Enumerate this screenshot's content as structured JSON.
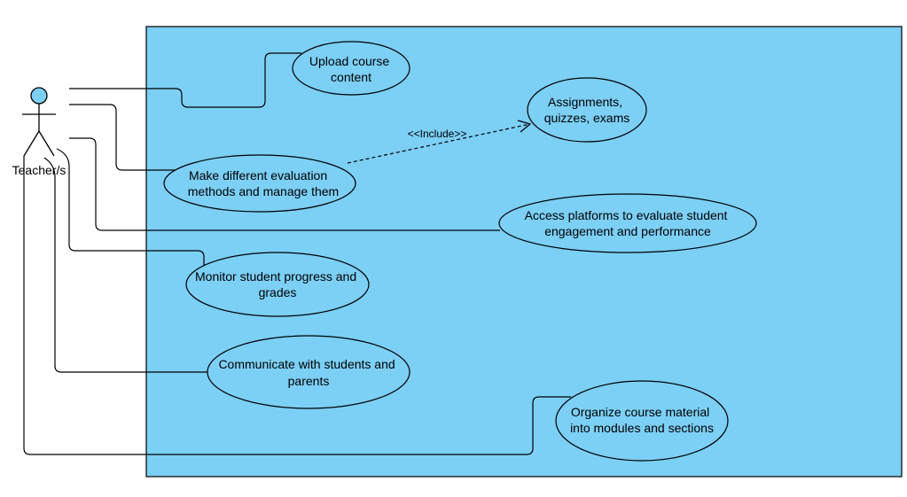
{
  "colors": {
    "boundary_fill": "#7ccff5",
    "actor_head_fill": "#7ccff5",
    "stroke": "#000000",
    "ellipse_fill": "#7ccff5"
  },
  "actor": {
    "label": "Teacher/s",
    "icon": "stick-figure-icon"
  },
  "use_cases": [
    {
      "id": "upload",
      "lines": [
        "Upload course",
        "content"
      ]
    },
    {
      "id": "assignments",
      "lines": [
        "Assignments,",
        "quizzes, exams"
      ]
    },
    {
      "id": "evaluation",
      "lines": [
        "Make different evaluation",
        "methods and manage them"
      ]
    },
    {
      "id": "access",
      "lines": [
        "Access platforms to evaluate student",
        "engagement and performance"
      ]
    },
    {
      "id": "monitor",
      "lines": [
        "Monitor student progress and",
        "grades"
      ]
    },
    {
      "id": "communicate",
      "lines": [
        "Communicate with students and",
        "parents"
      ]
    },
    {
      "id": "organize",
      "lines": [
        "Organize course material",
        "into modules and sections"
      ]
    }
  ],
  "relations": {
    "include_label": "<<Include>>"
  }
}
